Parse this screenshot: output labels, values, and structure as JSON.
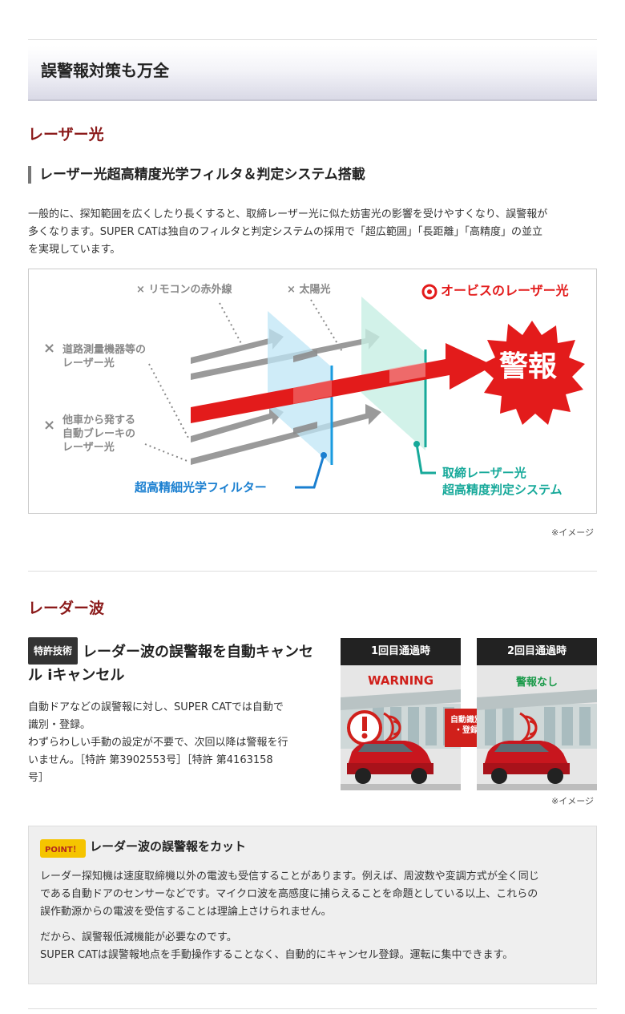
{
  "page": {
    "main_title": "誤警報対策も万全"
  },
  "laser": {
    "section_title": "レーザー光",
    "subheading": "レーザー光超高精度光学フィルタ＆判定システム搭載",
    "para_lines": [
      "一般的に、探知範囲を広くしたり長くすると、取締レーザー光に似た妨害光の影響を受けやすくなり、誤警報が",
      "多くなります。SUPER CATは独自のフィルタと判定システムの採用で「超広範囲」「長距離」「高精度」の並立",
      "を実現しています。"
    ],
    "diagram": {
      "label_remote": "リモコンの赤外線",
      "label_sun": "太陽光",
      "label_orbis": "オービスのレーザー光",
      "label_survey_1": "道路測量機器等の",
      "label_survey_2": "レーザー光",
      "label_car_1": "他車から発する",
      "label_car_2": "自動ブレーキの",
      "label_car_3": "レーザー光",
      "label_alarm": "警報",
      "label_filter": "超高精細光学フィルター",
      "label_judge_1": "取締レーザー光",
      "label_judge_2": "超高精度判定システム",
      "x_mark": "×",
      "colors": {
        "red": "#e31b1b",
        "blue": "#1a7fd0",
        "teal": "#17a99a",
        "gray_arrow": "#9a9a9a"
      }
    },
    "image_note": "※イメージ"
  },
  "radar": {
    "section_title": "レーダー波",
    "badge": "特許技術",
    "heading": "レーダー波の誤警報を自動キャンセル iキャンセル",
    "text_lines": [
      "自動ドアなどの誤警報に対し、SUPER CATでは自動で",
      "識別・登録。",
      "わずらわしい手動の設定が不要で、次回以降は警報を行",
      "いません。［特許 第3902553号］［特許 第4163158",
      "号］"
    ],
    "panel1": {
      "header": "1回目通過時",
      "status": "WARNING",
      "status_color": "#d0201b"
    },
    "panel2": {
      "header": "2回目通過時",
      "status": "警報なし",
      "status_color": "#1b9a4a"
    },
    "arrow_label_1": "自動識別",
    "arrow_label_2": "・登録",
    "image_note": "※イメージ"
  },
  "point": {
    "badge": "POINT！",
    "title": "レーダー波の誤警報をカット",
    "para1_lines": [
      "レーダー探知機は速度取締機以外の電波も受信することがあります。例えば、周波数や変調方式が全く同じ",
      "である自動ドアのセンサーなどです。マイクロ波を高感度に捕らえることを命題としている以上、これらの",
      "誤作動源からの電波を受信することは理論上さけられません。"
    ],
    "para2_lines": [
      "だから、誤警報低減機能が必要なのです。",
      "SUPER CATは誤警報地点を手動操作することなく、自動的にキャンセル登録。運転に集中できます。"
    ]
  }
}
